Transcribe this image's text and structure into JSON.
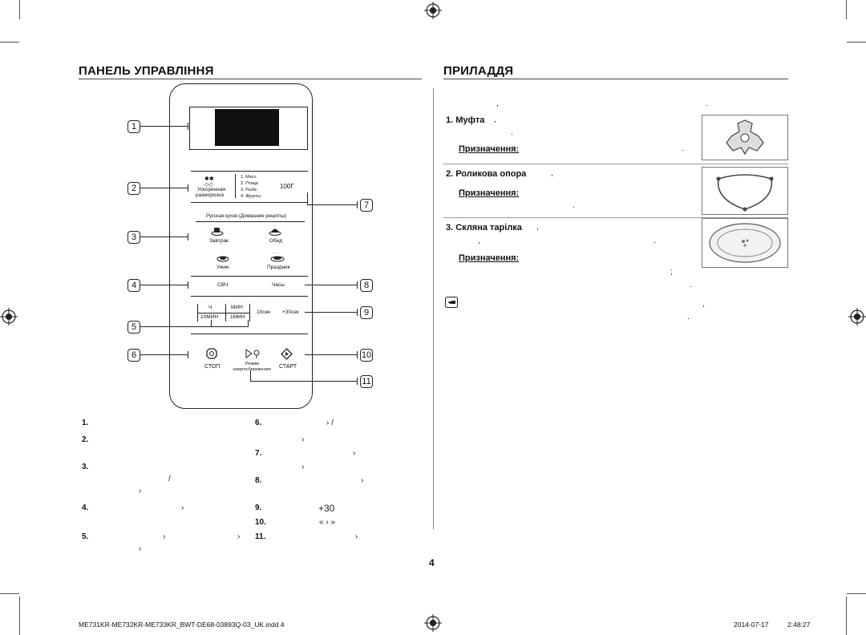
{
  "left_section": {
    "title": "ПАНЕЛЬ УПРАВЛІННЯ"
  },
  "right_section": {
    "title": "ПРИЛАДДЯ"
  },
  "panel": {
    "defrost_label_1": "Ускоренная",
    "defrost_label_2": "разморозка",
    "defrost_items": [
      "1. Мясо",
      "2. Птица",
      "3. Рыба",
      "4. Фрукты"
    ],
    "weight": "100Г",
    "recipes_header": "Русская кухня (Домашние рецепты)",
    "breakfast": "Завтрак",
    "lunch": "Обед",
    "dinner": "Ужин",
    "holiday": "Праздник",
    "microwave": "СВЧ",
    "clock": "Часы",
    "hour": "Ч",
    "minute": "МИН",
    "ten_min": "10МИН",
    "one_min": "1МИН",
    "ten_sec": "10сек",
    "plus30": "+30сек",
    "stop": "СТОП",
    "eco_1": "Режим",
    "eco_2": "энергосбережения",
    "start": "СТАРТ"
  },
  "callouts": [
    "1",
    "2",
    "3",
    "4",
    "5",
    "6",
    "7",
    "8",
    "9",
    "10",
    "11"
  ],
  "legend": {
    "n1": "1.",
    "n2": "2.",
    "n3": "3.",
    "n4": "4.",
    "n5": "5.",
    "n6": "6.",
    "n7": "7.",
    "n8": "8.",
    "n9": "9.",
    "n10": "10.",
    "n11": "11.",
    "f6": "›     /",
    "f6b": "›",
    "f7": "›",
    "f7b": "›",
    "f3": "/",
    "f3b": "›",
    "f8": "›",
    "f4": "›",
    "f9": "+30",
    "f10": "«  ›   »",
    "f5": "›",
    "f5b": "›",
    "f5c": "›",
    "f11": "›"
  },
  "accessories": {
    "intro_frag1": ",",
    "intro_frag2": ".",
    "item1_title": "1.  Муфта",
    "item1_frag": ",",
    "item1_dot": ".",
    "item1_purpose": "Призначення:",
    "item1_pdot": ".",
    "item2_title": "2.  Роликова опора",
    "item2_frag": ",",
    "item2_purpose": "Призначення:",
    "item2_pdot": ".",
    "item3_title": "3.  Скляна тарілка",
    "item3_frag": ",",
    "item3_frag2": ",",
    "item3_dot": ".",
    "item3_purpose": "Призначення:",
    "item3_semi": ";",
    "item3_pdot": ".",
    "note_frag1": ",",
    "note_frag2": "."
  },
  "page_number": "4",
  "footer": {
    "file": "ME731KR-ME732KR-ME733KR_BWT-DE68-03893Q-03_UK.indd   4",
    "date": "2014-07-17",
    "time": "2:48:27"
  }
}
